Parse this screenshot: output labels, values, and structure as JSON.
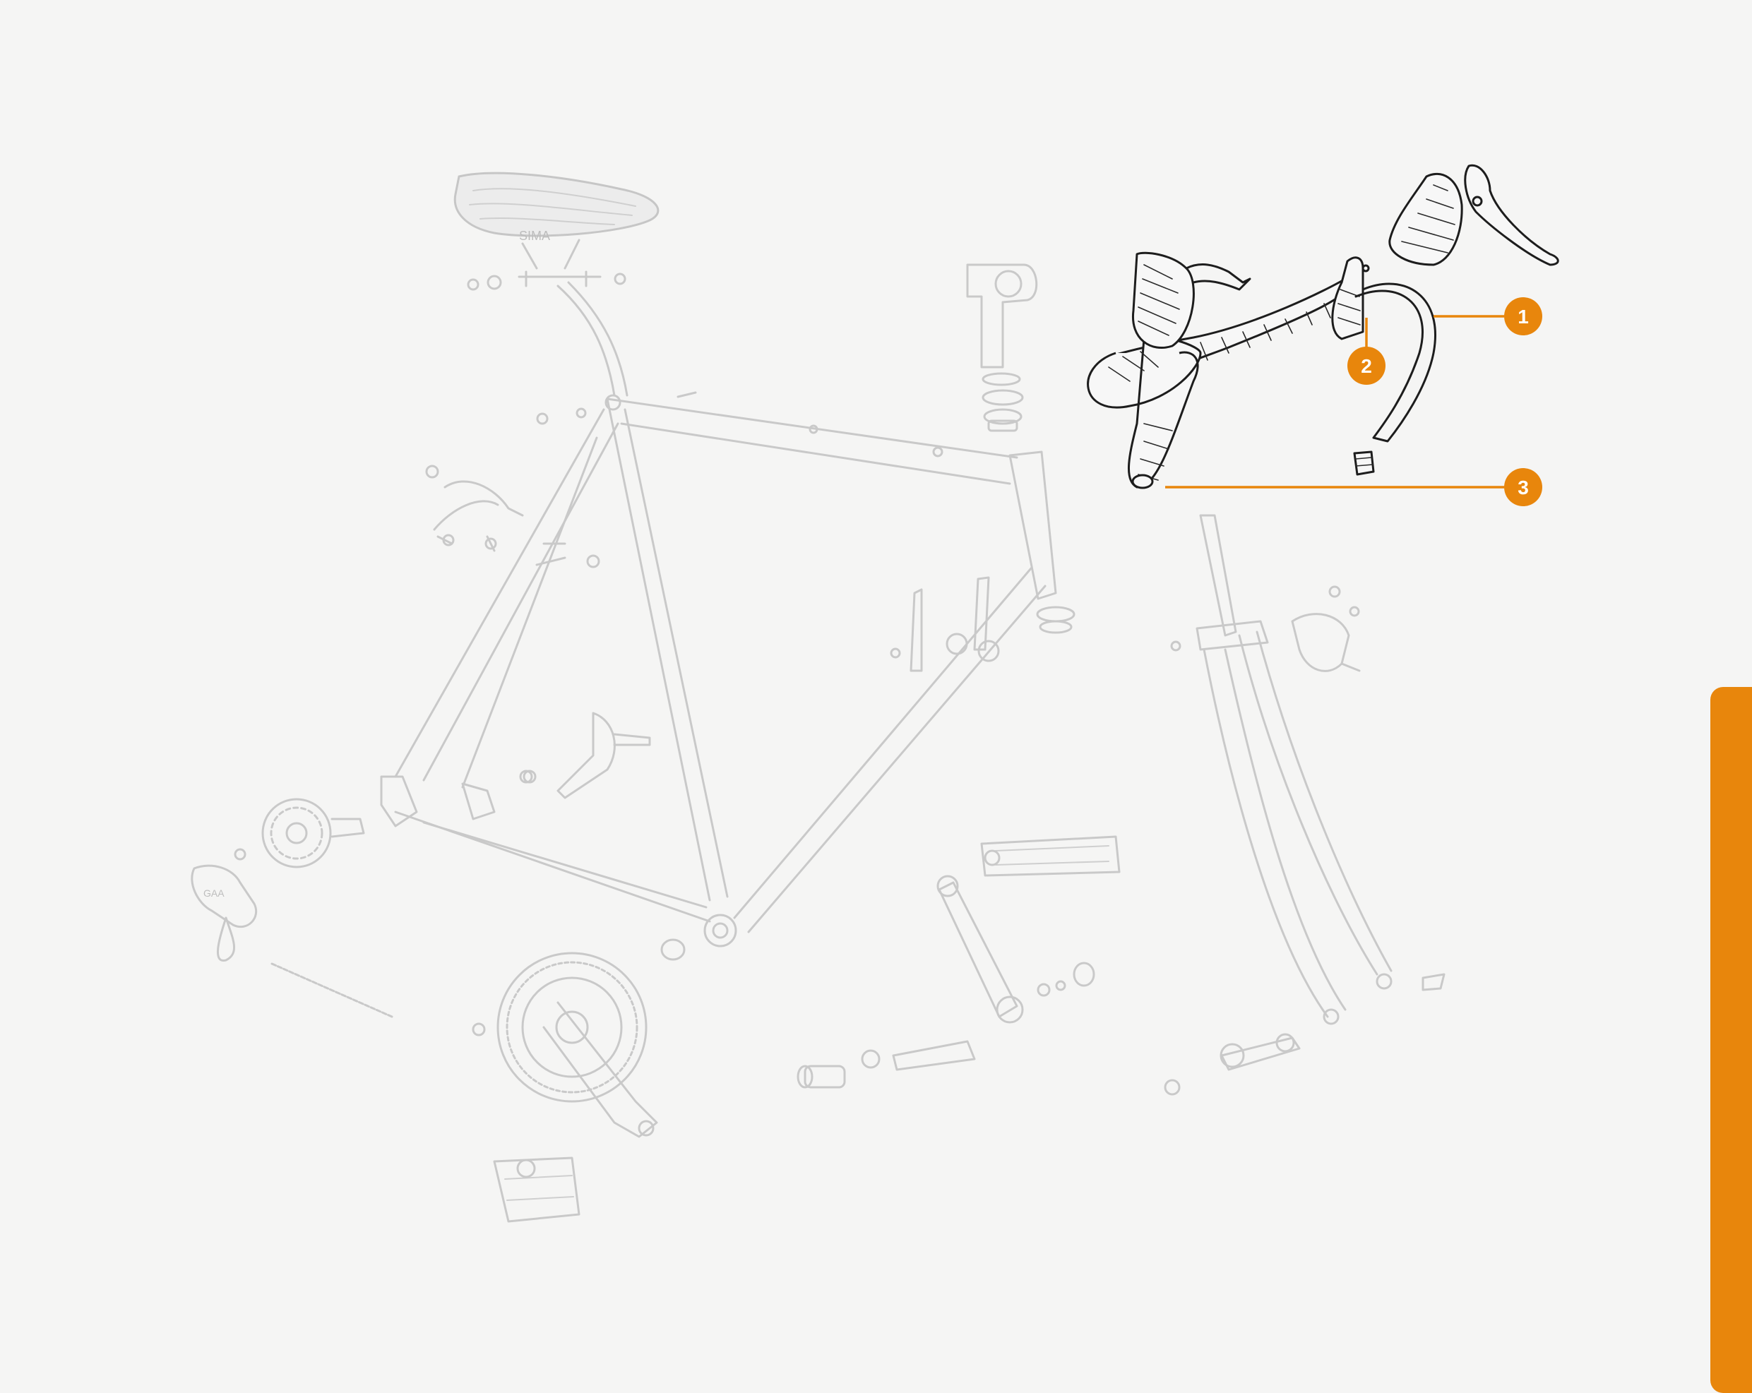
{
  "colors": {
    "accent": "#e8860c",
    "ghost": "#c9c9c9",
    "ink": "#1d1d1d",
    "background": "#f5f5f4"
  },
  "callouts": [
    {
      "label": "1",
      "part": "handlebar"
    },
    {
      "label": "2",
      "part": "brake-lever-clamp"
    },
    {
      "label": "3",
      "part": "handlebar-tape"
    }
  ],
  "saddle_logo_text": "SIMA",
  "hood_text": "GAA"
}
